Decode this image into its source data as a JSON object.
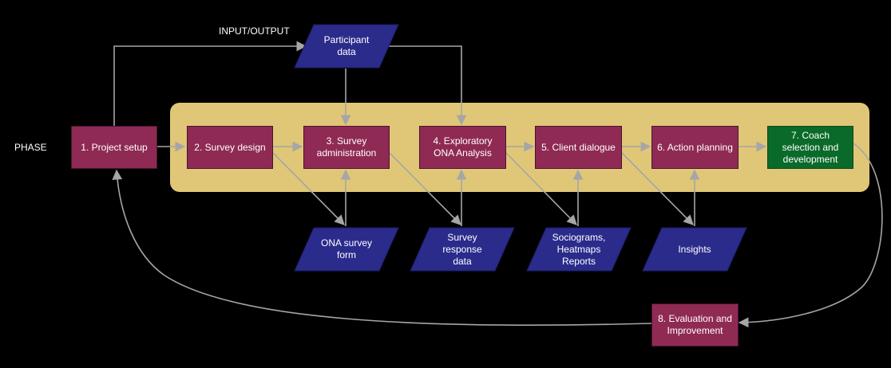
{
  "labels": {
    "input_output": "INPUT/OUTPUT",
    "phase": "PHASE"
  },
  "phases": [
    {
      "id": "p1",
      "label": "1. Project setup"
    },
    {
      "id": "p2",
      "label": "2. Survey design"
    },
    {
      "id": "p3",
      "label": "3. Survey\nadministration"
    },
    {
      "id": "p4",
      "label": "4. Exploratory\nONA Analysis"
    },
    {
      "id": "p5",
      "label": "5. Client dialogue"
    },
    {
      "id": "p6",
      "label": "6. Action planning"
    },
    {
      "id": "p7",
      "label": "7. Coach\nselection and\ndevelopment"
    },
    {
      "id": "p8",
      "label": "8. Evaluation and\nImprovement"
    }
  ],
  "io": [
    {
      "id": "participant",
      "label": "Participant\ndata"
    },
    {
      "id": "ona_form",
      "label": "ONA survey\nform"
    },
    {
      "id": "response",
      "label": "Survey\nresponse\ndata"
    },
    {
      "id": "sociograms",
      "label": "Sociograms,\nHeatmaps\nReports"
    },
    {
      "id": "insights",
      "label": "Insights"
    }
  ],
  "colors": {
    "phase_fill": "#8f2a55",
    "io_fill": "#2b2b8c",
    "coach_fill": "#0a6a2a",
    "band_fill": "#e0c777",
    "edge": "#a6a6a6"
  }
}
